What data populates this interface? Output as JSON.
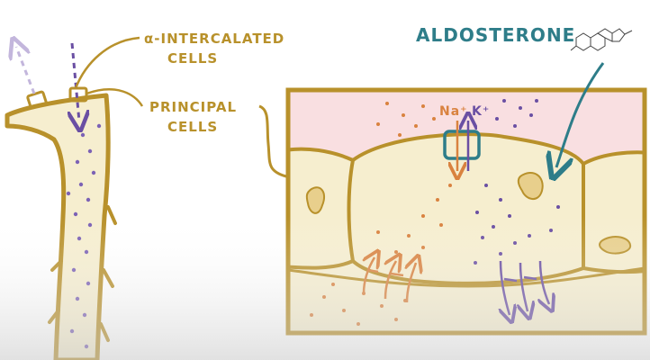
{
  "labels": {
    "alpha_intercalated_line1": "α-INTERCALATED",
    "alpha_intercalated_line2": "CELLS",
    "principal_line1": "PRINCIPAL",
    "principal_line2": "CELLS",
    "aldosterone": "ALDOSTERONE",
    "sodium": "Na⁺",
    "potassium": "K⁺"
  },
  "colors": {
    "outline": "#b8912b",
    "cell_fill": "#f6eecf",
    "lumen_pink": "#f9dfe1",
    "sodium_orange": "#d9823f",
    "potassium_purple": "#6a4fa3",
    "aldosterone_teal": "#2e7d89",
    "alpha_arrow_lavender": "#c3b6dc",
    "label_gold": "#b8912b"
  },
  "icons": {
    "steroid": "steroid-structure-icon",
    "channel": "enac-romk-channel-icon"
  }
}
